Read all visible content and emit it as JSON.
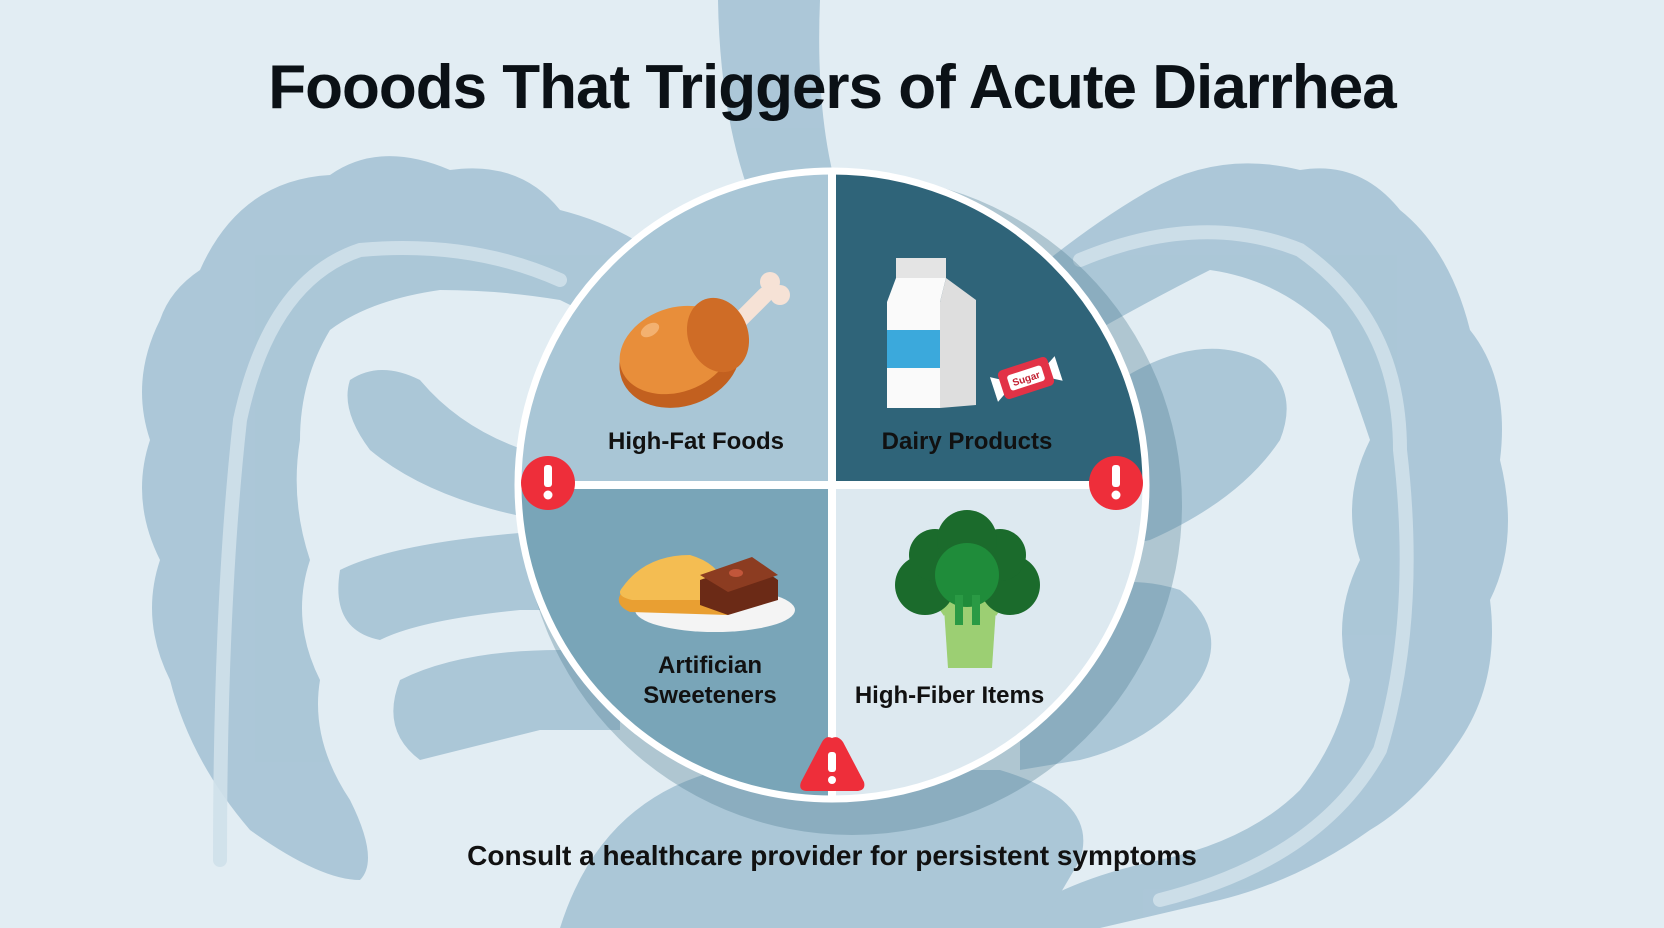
{
  "title": "Fooods That Triggers of Acute Diarrhea",
  "quadrants": [
    {
      "label": "High-Fat Foods",
      "icon": "chicken-drumstick-icon",
      "color": "#a9c6d6"
    },
    {
      "label": "Dairy Products",
      "icon": "milk-carton-icon",
      "color": "#2f6479",
      "extra_icon": "candy-icon",
      "extra_text": "Sugar"
    },
    {
      "label_line1": "Artifician",
      "label_line2": "Sweeteners",
      "icon": "pastry-plate-icon",
      "color": "#79a5b8"
    },
    {
      "label": "High-Fiber Items",
      "icon": "broccoli-icon",
      "color": "#dde9f0"
    }
  ],
  "warnings": [
    {
      "icon": "alert-circle-icon",
      "position": "left"
    },
    {
      "icon": "alert-circle-icon",
      "position": "right"
    },
    {
      "icon": "alert-triangle-icon",
      "position": "bottom"
    }
  ],
  "footer": "Consult a healthcare provider for persistent symptoms",
  "colors": {
    "background": "#e2edf3",
    "intestine": "#a9c5d5",
    "warning": "#ee2e3a",
    "ring": "#ffffff"
  }
}
